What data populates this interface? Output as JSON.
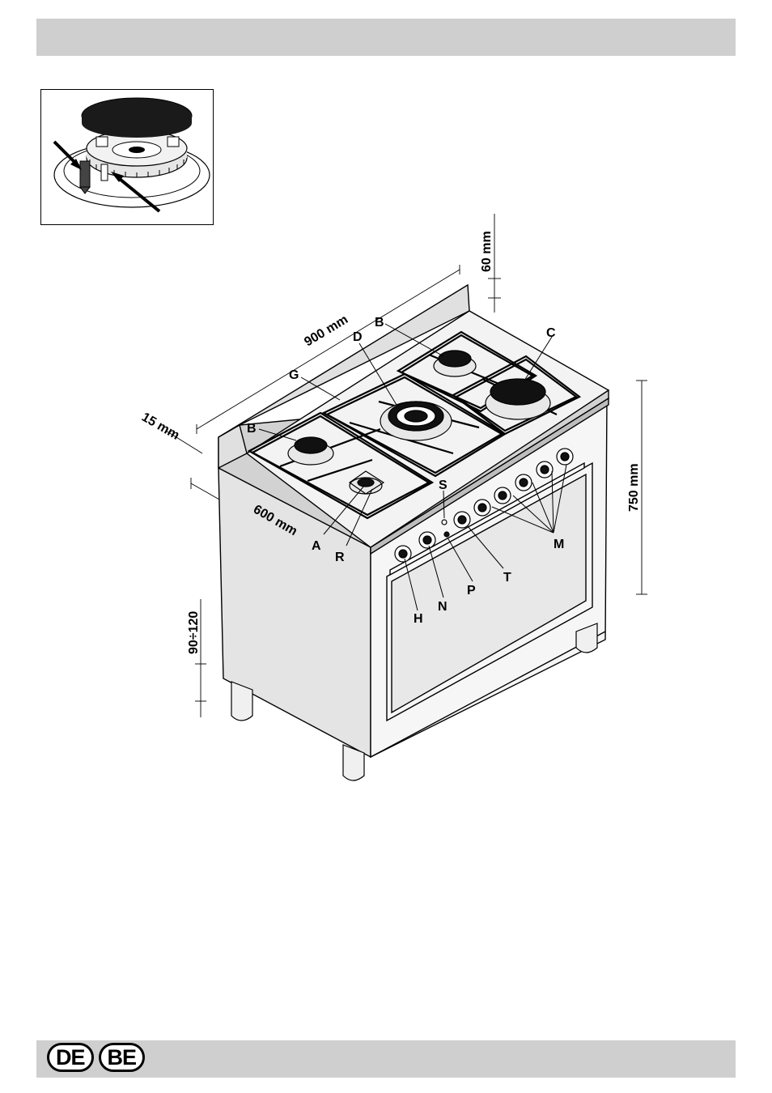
{
  "badges": [
    "DE",
    "BE"
  ],
  "dimensions": {
    "width": "900 mm",
    "depth": "600 mm",
    "height": "750 mm",
    "backguard": "60 mm",
    "side": "15 mm",
    "feet": "90÷120"
  },
  "labels": {
    "a": "A",
    "r": "R",
    "b_left": "B",
    "b_right": "B",
    "c": "C",
    "d": "D",
    "g": "G",
    "s": "S",
    "m": "M",
    "t": "T",
    "p": "P",
    "n": "N",
    "h": "H"
  }
}
